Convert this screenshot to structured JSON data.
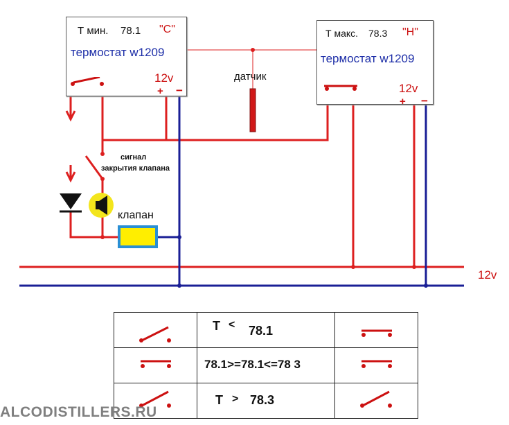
{
  "colors": {
    "wire_positive": "#dd1f1f",
    "wire_negative": "#1a1f96",
    "sensor": "#d01818",
    "valve_fill": "#ffee00",
    "valve_border": "#2a8fd4",
    "bell": "#f3e51c"
  },
  "thermostat_left": {
    "setpoint_label": "Т мин.",
    "setpoint_value": "78.1",
    "mode": "\"С\"",
    "name": "термостат w1209",
    "voltage": "12v",
    "plus": "+",
    "minus": "−"
  },
  "thermostat_right": {
    "setpoint_label": "Т макс.",
    "setpoint_value": "78.3",
    "mode": "\"Н\"",
    "name": "термостат w1209",
    "voltage": "12v",
    "plus": "+",
    "minus": "−"
  },
  "sensor_label": "датчик",
  "signal_label_line1": "сигнал",
  "signal_label_line2": "закрытия клапана",
  "valve_label": "клапан",
  "bus_voltage": "12v",
  "table": {
    "rows": [
      {
        "left_switch": "open",
        "condition_prefix": "T",
        "condition_op": "<",
        "condition_value": "78.1",
        "right_switch": "closed"
      },
      {
        "left_switch": "closed",
        "condition": "78.1>=78.1<=78 3",
        "right_switch": "closed"
      },
      {
        "left_switch": "open",
        "condition_prefix": "T",
        "condition_op": ">",
        "condition_value": "78.3",
        "right_switch": "open"
      }
    ]
  },
  "watermark": "ALCODISTILLERS.RU"
}
